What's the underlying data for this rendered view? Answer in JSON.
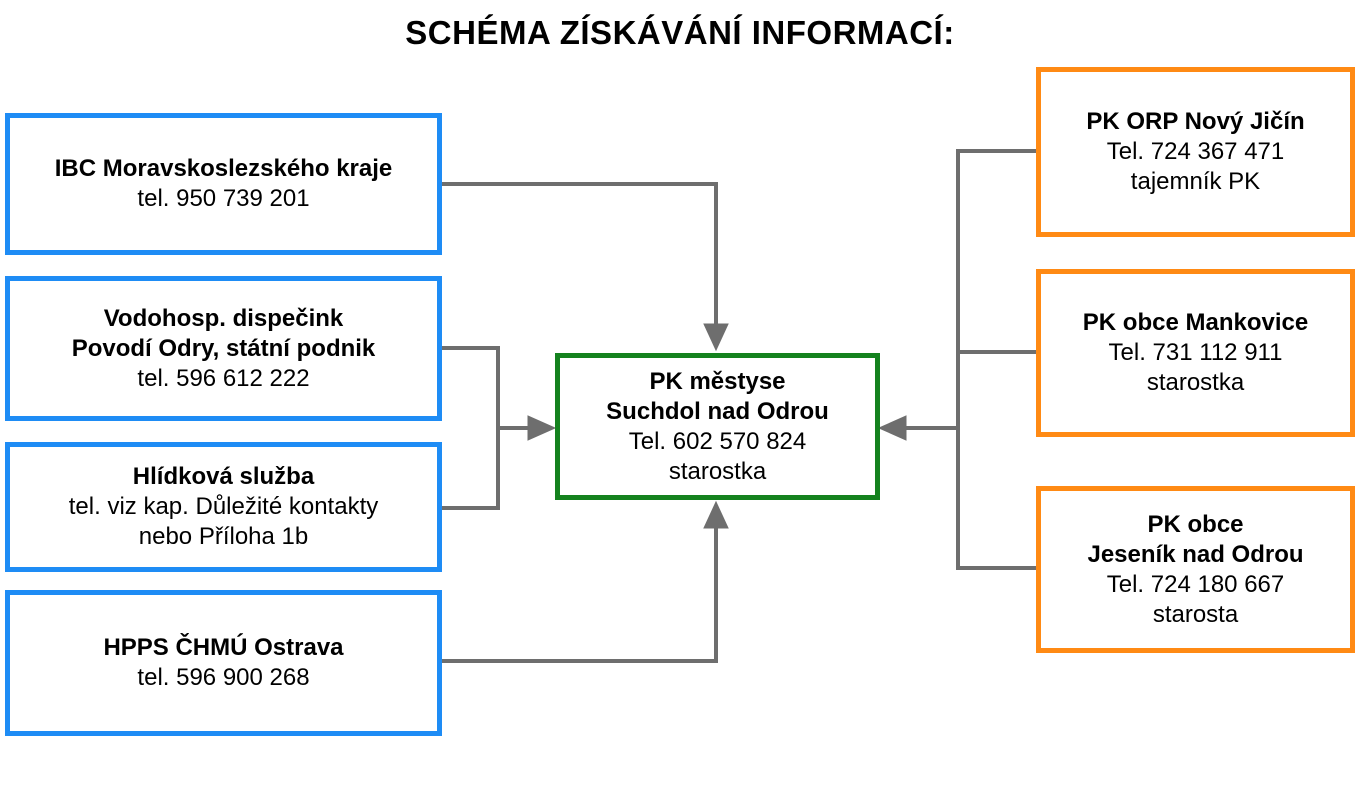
{
  "title": "SCHÉMA ZÍSKÁVÁNÍ INFORMACÍ:",
  "colors": {
    "source_border": "#1e8cf5",
    "neighbor_border": "#ff8a14",
    "center_border": "#14821e",
    "connector": "#6e6e6e"
  },
  "center": {
    "lines": [
      "PK městyse",
      "Suchdol nad Odrou",
      "Tel. 602 570 824",
      "starostka"
    ]
  },
  "left_boxes": [
    {
      "lines": [
        "IBC Moravskoslezského kraje",
        "tel. 950 739 201"
      ]
    },
    {
      "lines": [
        "Vodohosp. dispečink",
        "Povodí Odry, státní podnik",
        "tel. 596 612 222"
      ]
    },
    {
      "lines": [
        "Hlídková služba",
        "tel. viz kap. Důležité kontakty",
        "nebo Příloha 1b"
      ]
    },
    {
      "lines": [
        "HPPS ČHMÚ Ostrava",
        "tel. 596 900 268"
      ]
    }
  ],
  "right_boxes": [
    {
      "lines": [
        "PK ORP Nový Jičín",
        "Tel. 724 367 471",
        "tajemník PK"
      ]
    },
    {
      "lines": [
        "PK obce Mankovice",
        "Tel. 731 112 911",
        "starostka"
      ]
    },
    {
      "lines": [
        "PK obce",
        "Jeseník nad Odrou",
        "Tel. 724 180 667",
        "starosta"
      ]
    }
  ]
}
